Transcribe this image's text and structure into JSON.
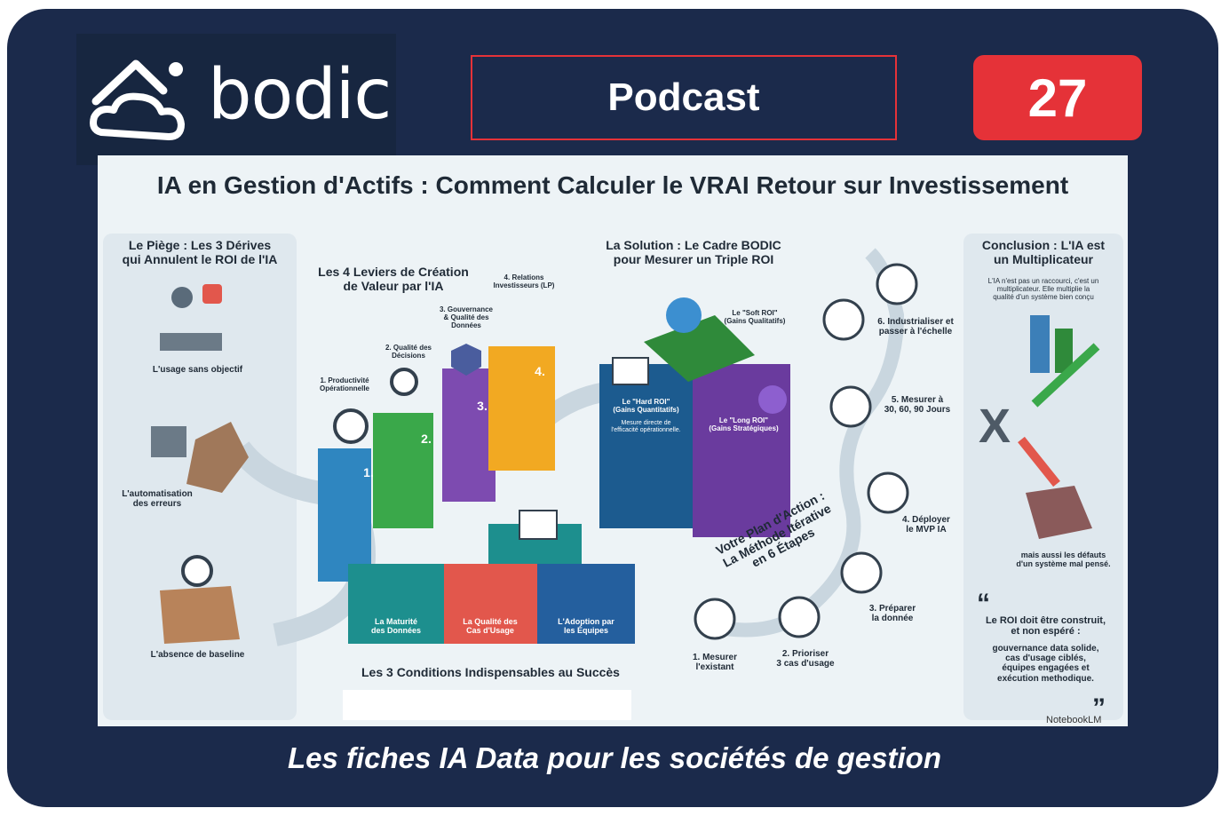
{
  "header": {
    "logo_text": "bodic",
    "podcast_label": "Podcast",
    "episode_number": "27"
  },
  "footer": {
    "tagline": "Les fiches IA Data pour les sociétés de gestion"
  },
  "colors": {
    "card": "#1b2a4b",
    "accent": "#e53238"
  },
  "infographic": {
    "title": "IA en Gestion d'Actifs : Comment Calculer le VRAI Retour sur Investissement",
    "piege": {
      "heading": "Le Piège : Les 3 Dérives\nqui Annulent le ROI de l'IA",
      "items": [
        "L'usage sans objectif",
        "L'automatisation\ndes erreurs",
        "L'absence de baseline"
      ]
    },
    "leviers": {
      "heading": "Les 4 Leviers de Création\nde Valeur par l'IA",
      "items": [
        "1. Productivité\nOpérationnelle",
        "2. Qualité des\nDécisions",
        "3. Gouvernance\n& Qualité des\nDonnées",
        "4. Relations\nInvestisseurs (LP)"
      ],
      "pillar_numbers": [
        "1.",
        "2.",
        "3.",
        "4."
      ]
    },
    "solution": {
      "heading": "La Solution : Le Cadre BODIC\npour Mesurer un Triple ROI",
      "soft_roi": "Le \"Soft ROI\"\n(Gains Qualitatifs)",
      "hard_roi": "Le \"Hard ROI\"\n(Gains Quantitatifs)",
      "hard_roi_note": "Mesure directe de\nl'efficacité opérationnelle.",
      "long_roi": "Le \"Long ROI\"\n(Gains Stratégiques)"
    },
    "conditions": {
      "heading": "Les 3 Conditions Indispensables au Succès",
      "items": [
        "La Maturité\ndes Données",
        "La Qualité des\nCas d'Usage",
        "L'Adoption par\nles Équipes"
      ]
    },
    "plan": {
      "heading": "Votre Plan d'Action :\nLa Méthode Itérative\nen 6 Étapes",
      "steps": [
        "1. Mesurer\nl'existant",
        "2. Prioriser\n3 cas d'usage",
        "3. Préparer\nla donnée",
        "4. Déployer\nle MVP IA",
        "5. Mesurer à\n30, 60, 90 Jours",
        "6. Industrialiser et\npasser à l'échelle"
      ]
    },
    "conclusion": {
      "heading": "Conclusion : L'IA est\nun Multiplicateur",
      "intro": "L'IA n'est pas un raccourci, c'est un\nmultiplicateur. Elle multiplie la\nqualité d'un système bien conçu",
      "defects": "mais aussi les défauts\nd'un système mal pensé.",
      "quote": "Le ROI doit être construit,\net non espéré :",
      "quote_detail": "gouvernance data solide,\ncas d'usage ciblés,\néquipes engagées et\nexécution methodique.",
      "x_mark": "X"
    },
    "credit": "NotebookLM"
  }
}
